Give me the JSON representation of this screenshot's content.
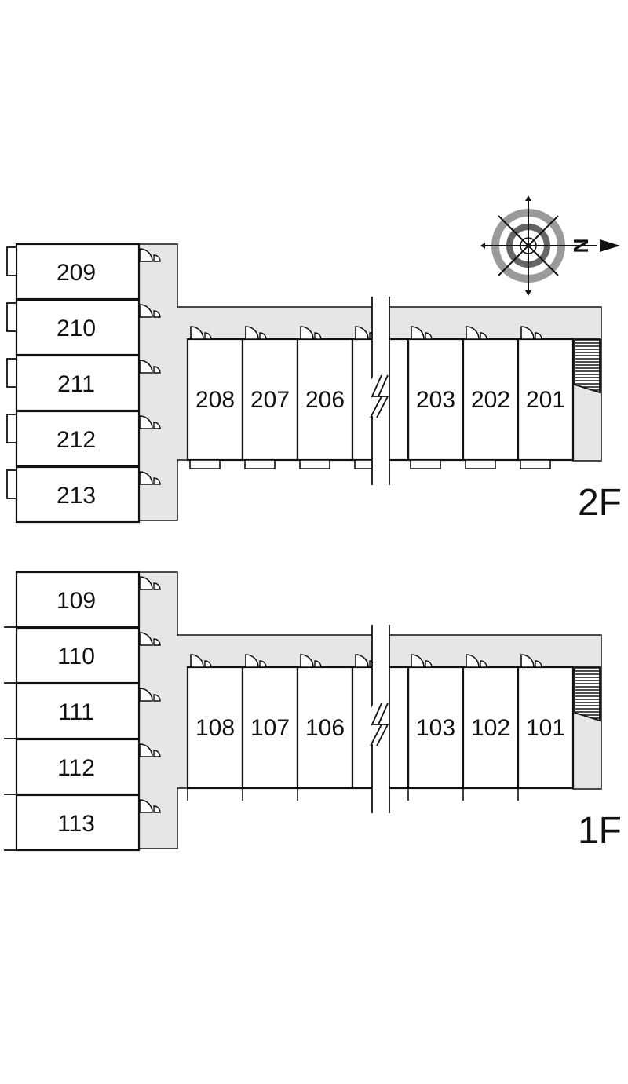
{
  "compass": {
    "north_label": "N",
    "icon": "compass-icon"
  },
  "colors": {
    "corridor": "#e6e6e6",
    "wall": "#111111",
    "compass_ring": "#8a8a8a"
  },
  "floors": [
    {
      "label": "2F",
      "west_units": [
        "209",
        "210",
        "211",
        "212",
        "213"
      ],
      "east_units": [
        "208",
        "207",
        "206",
        "203",
        "202",
        "201"
      ]
    },
    {
      "label": "1F",
      "west_units": [
        "109",
        "110",
        "111",
        "112",
        "113"
      ],
      "east_units": [
        "108",
        "107",
        "106",
        "103",
        "102",
        "101"
      ]
    }
  ]
}
